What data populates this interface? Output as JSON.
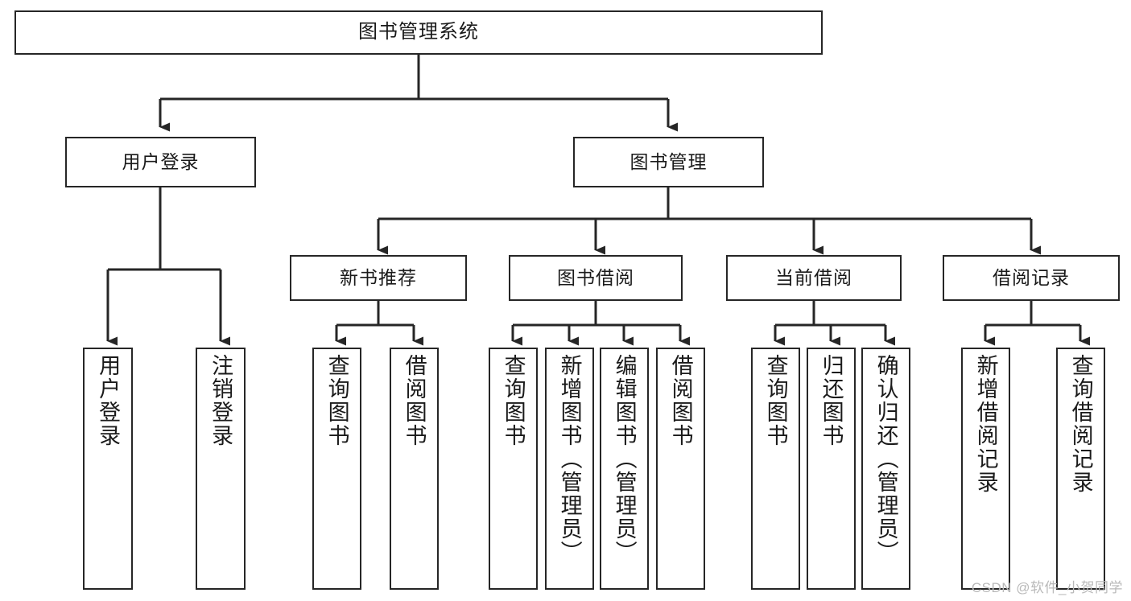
{
  "diagram": {
    "title": "图书管理系统",
    "type": "tree",
    "watermark": "CSDN @软件_小贺同学",
    "colors": {
      "box_border": "#262626",
      "box_fill": "#ffffff",
      "connector": "#262626",
      "text": "#1a1a1a",
      "watermark": "#b9b9b9",
      "background": "#ffffff"
    },
    "root": {
      "label": "图书管理系统"
    },
    "level2": [
      {
        "label": "用户登录"
      },
      {
        "label": "图书管理"
      }
    ],
    "level3": [
      {
        "label": "新书推荐"
      },
      {
        "label": "图书借阅"
      },
      {
        "label": "当前借阅"
      },
      {
        "label": "借阅记录"
      }
    ],
    "leaves": {
      "user_login": [
        {
          "label": "用户登录"
        },
        {
          "label": "注销登录"
        }
      ],
      "new_book_recommend": [
        {
          "label": "查询图书"
        },
        {
          "label": "借阅图书"
        }
      ],
      "book_borrow": [
        {
          "label": "查询图书"
        },
        {
          "label": "新增图书（管理员）"
        },
        {
          "label": "编辑图书（管理员）"
        },
        {
          "label": "借阅图书"
        }
      ],
      "current_borrow": [
        {
          "label": "查询图书"
        },
        {
          "label": "归还图书"
        },
        {
          "label": "确认归还（管理员）"
        }
      ],
      "borrow_record": [
        {
          "label": "新增借阅记录"
        },
        {
          "label": "查询借阅记录"
        }
      ]
    }
  }
}
